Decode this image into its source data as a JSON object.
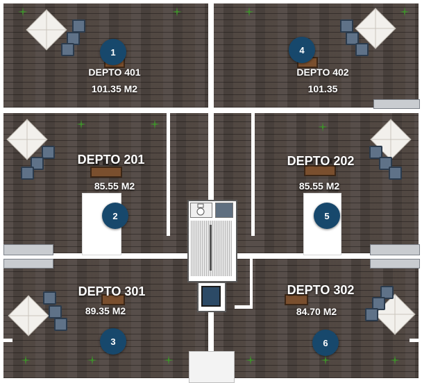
{
  "units": [
    {
      "number": "1",
      "name": "DEPTO 401",
      "area": "101.35 M2"
    },
    {
      "number": "4",
      "name": "DEPTO 402",
      "area": "101.35"
    },
    {
      "number": "2",
      "name": "DEPTO 201",
      "area": "85.55 M2"
    },
    {
      "number": "5",
      "name": "DEPTO 202",
      "area": "85.55 M2"
    },
    {
      "number": "3",
      "name": "DEPTO 301",
      "area": "89.35 M2"
    },
    {
      "number": "6",
      "name": "DEPTO 302",
      "area": "84.70 M2"
    }
  ],
  "colors": {
    "badge": "#17486c",
    "deck": "#4e4540",
    "wall": "#ffffff",
    "label": "#ffffff",
    "umbrella": "#f2f0ec",
    "chair": "#5f7288",
    "plant": "#3f8f2c"
  },
  "icons": [
    "umbrella-icon",
    "chair-icon",
    "plant-icon",
    "table-icon",
    "stair-icon",
    "elevator-icon",
    "toilet-icon"
  ]
}
